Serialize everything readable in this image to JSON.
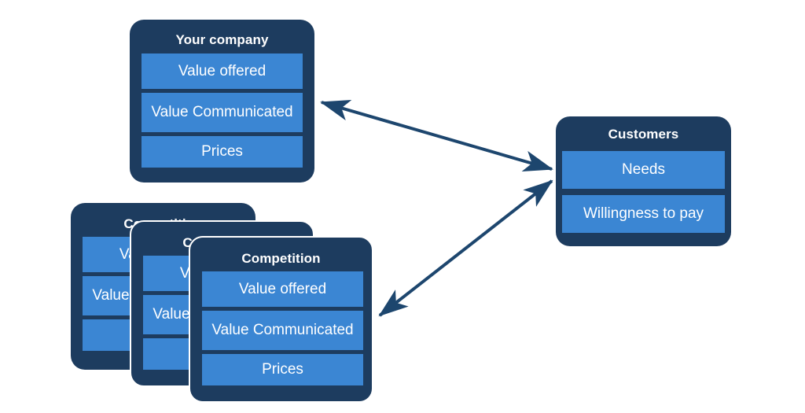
{
  "diagram": {
    "title": "Value and price comparison diagram",
    "colors": {
      "card_background": "#1d3c5f",
      "row_background": "#3b86d3",
      "text": "#ffffff",
      "arrow": "#1d466e",
      "page_background": "#ffffff",
      "card_outline": "#ffffff"
    },
    "your_company": {
      "title": "Your company",
      "rows": [
        {
          "label": "Value offered"
        },
        {
          "label": "Value Communicated"
        },
        {
          "label": "Prices"
        }
      ]
    },
    "competition": {
      "title": "Competition",
      "rows": [
        {
          "label": "Value offered"
        },
        {
          "label": "Value Communicated"
        },
        {
          "label": "Prices"
        }
      ],
      "stack_count": 3
    },
    "customers": {
      "title": "Customers",
      "rows": [
        {
          "label": "Needs"
        },
        {
          "label": "Willingness to pay"
        }
      ]
    },
    "connectors": [
      {
        "name": "your-company-to-customers",
        "from": "Your company",
        "to": "Customers",
        "style": "double-headed"
      },
      {
        "name": "competition-to-customers",
        "from": "Competition",
        "to": "Customers",
        "style": "double-headed"
      }
    ]
  }
}
